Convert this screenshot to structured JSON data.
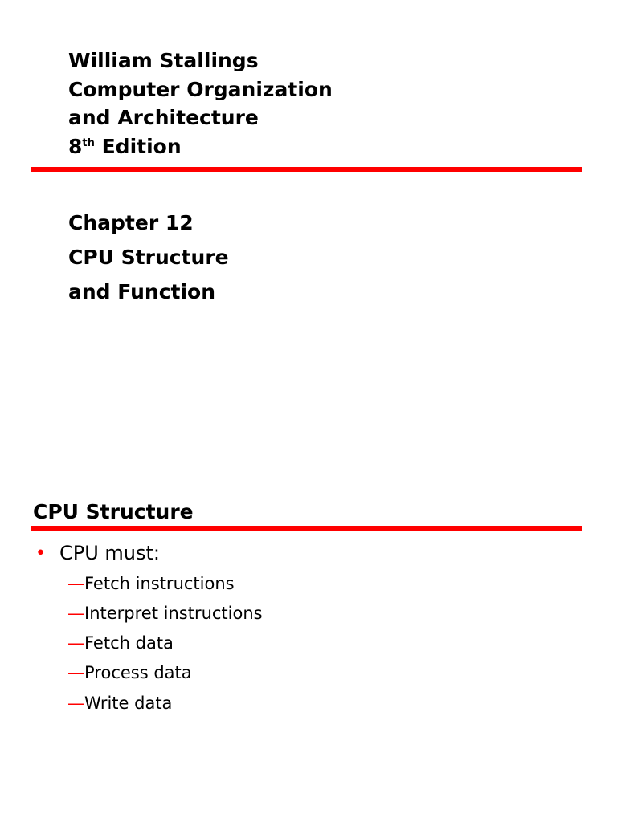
{
  "slide_1": {
    "book_title": {
      "line_1": "William Stallings",
      "line_2": "Computer Organization",
      "line_3": "and Architecture",
      "edition_number": "8",
      "edition_suffix": "th",
      "edition_word": "Edition"
    },
    "chapter": {
      "line_1": "Chapter 12",
      "line_2": "CPU Structure",
      "line_3": "and Function"
    }
  },
  "slide_2": {
    "title": "CPU Structure",
    "bullet": {
      "symbol": "•",
      "text": "CPU must:"
    },
    "sub_items": [
      {
        "dash": "—",
        "text": "Fetch instructions"
      },
      {
        "dash": "—",
        "text": "Interpret instructions"
      },
      {
        "dash": "—",
        "text": "Fetch data"
      },
      {
        "dash": "—",
        "text": "Process data"
      },
      {
        "dash": "—",
        "text": "Write data"
      }
    ]
  },
  "colors": {
    "accent": "#ff0000",
    "text": "#000000",
    "background": "#ffffff"
  }
}
